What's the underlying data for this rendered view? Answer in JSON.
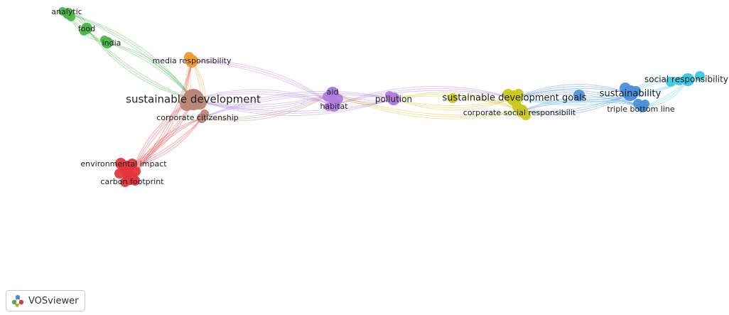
{
  "network": {
    "clusters": [
      {
        "name": "cluster-green",
        "color": "#4cb84c"
      },
      {
        "name": "cluster-orange",
        "color": "#f59a2f"
      },
      {
        "name": "cluster-brown",
        "color": "#b98678"
      },
      {
        "name": "cluster-red",
        "color": "#e3363c"
      },
      {
        "name": "cluster-purple",
        "color": "#b07de0"
      },
      {
        "name": "cluster-yellow",
        "color": "#c9c91c"
      },
      {
        "name": "cluster-blue",
        "color": "#4d8fdd"
      },
      {
        "name": "cluster-cyan",
        "color": "#3cc8e0"
      }
    ],
    "nodes": [
      {
        "id": "analytic",
        "label": "analytic"
      },
      {
        "id": "food",
        "label": "food"
      },
      {
        "id": "india",
        "label": "india"
      },
      {
        "id": "media-responsibility",
        "label": "media responsibility"
      },
      {
        "id": "sustainable-development",
        "label": "sustainable development"
      },
      {
        "id": "corporate-citizenship",
        "label": "corporate citizenship"
      },
      {
        "id": "environmental-impact",
        "label": "environmental impact"
      },
      {
        "id": "carbon-footprint",
        "label": "carbon footprint"
      },
      {
        "id": "aid",
        "label": "aid"
      },
      {
        "id": "habitat",
        "label": "habitat"
      },
      {
        "id": "pollution",
        "label": "pollution"
      },
      {
        "id": "sustainable-development-goals",
        "label": "sustainable development goals"
      },
      {
        "id": "corporate-social-responsibility",
        "label": "corporate social responsibilit"
      },
      {
        "id": "sustainability",
        "label": "sustainability"
      },
      {
        "id": "triple-bottom-line",
        "label": "triple bottom line"
      },
      {
        "id": "social-responsibility",
        "label": "social responsibility"
      }
    ]
  },
  "brand": {
    "label": "VOSviewer",
    "icon": "vosviewer-logo-icon"
  }
}
